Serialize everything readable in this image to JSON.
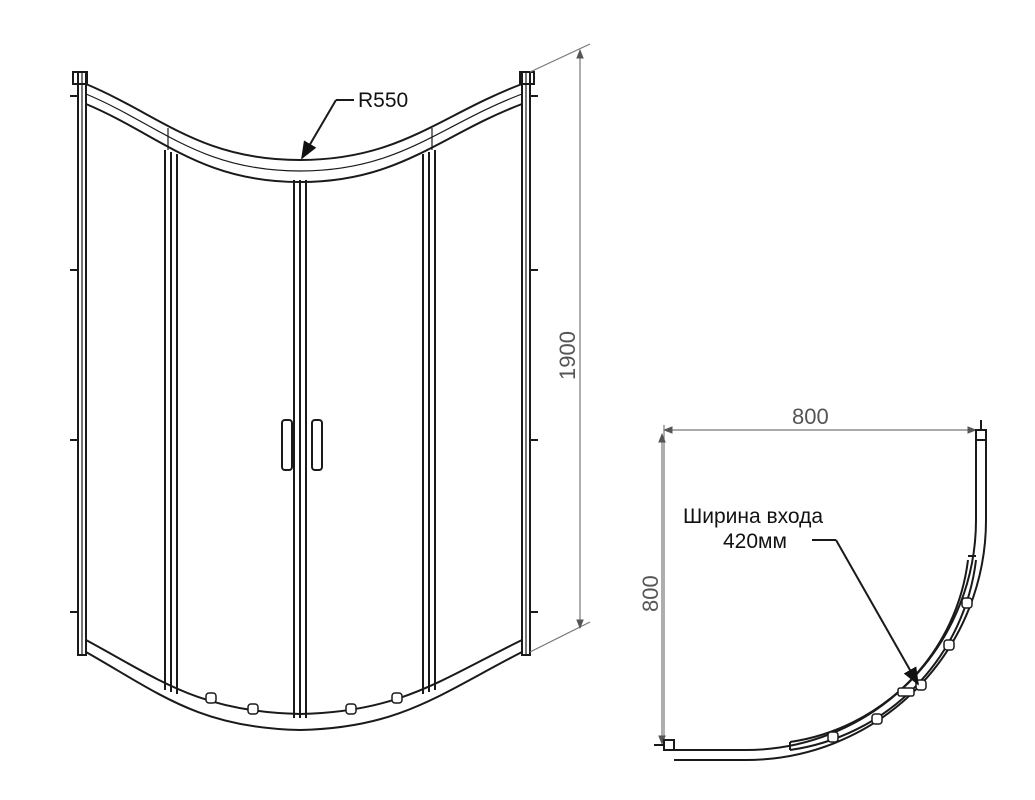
{
  "front_view": {
    "radius_label": "R550",
    "height_label": "1900"
  },
  "plan_view": {
    "width_label": "800",
    "depth_label": "800",
    "entry_label_line1": "Ширина входа",
    "entry_label_line2": "420мм"
  },
  "colors": {
    "line": "#1a1a1a",
    "dimension": "#777777"
  }
}
